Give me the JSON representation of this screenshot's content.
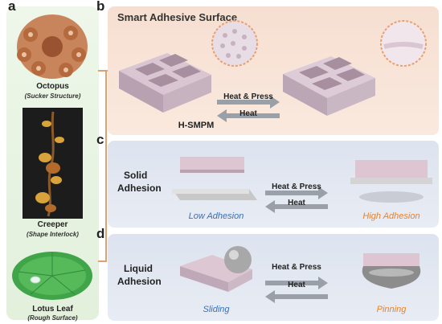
{
  "panel_labels": {
    "a": "a",
    "b": "b",
    "c": "c",
    "d": "d"
  },
  "panel_a": {
    "items": [
      {
        "name": "Octopus",
        "sub": "(Sucker Structure)"
      },
      {
        "name": "Creeper",
        "sub": "(Shape Interlock)"
      },
      {
        "name": "Lotus Leaf",
        "sub": "(Rough Surface)"
      }
    ]
  },
  "panel_b": {
    "title": "Smart Adhesive Surface",
    "material": "H-SMPM",
    "forward": "Heat & Press",
    "backward": "Heat"
  },
  "panel_c": {
    "label_line1": "Solid",
    "label_line2": "Adhesion",
    "forward": "Heat & Press",
    "backward": "Heat",
    "left_state": "Low Adhesion",
    "right_state": "High Adhesion"
  },
  "panel_d": {
    "label_line1": "Liquid",
    "label_line2": "Adhesion",
    "forward": "Heat & Press",
    "backward": "Heat",
    "left_state": "Sliding",
    "right_state": "Pinning"
  },
  "colors": {
    "accent_blue": "#3a6fb5",
    "accent_orange": "#e8822a",
    "material_pink": "#d9c6d2"
  }
}
